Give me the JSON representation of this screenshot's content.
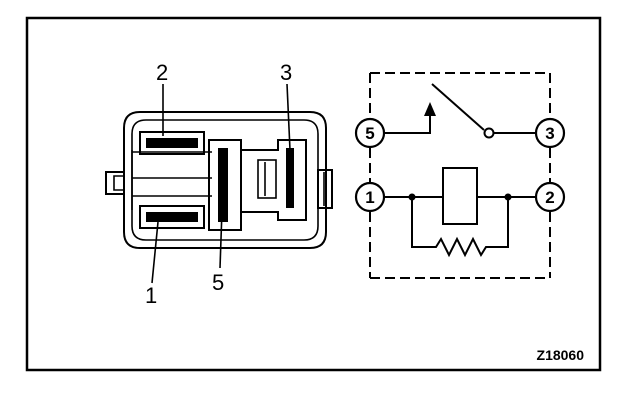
{
  "connector": {
    "labels": {
      "t1": "1",
      "t2": "2",
      "t3": "3",
      "t5": "5"
    }
  },
  "schematic": {
    "pins": {
      "p1": "1",
      "p2": "2",
      "p3": "3",
      "p5": "5"
    }
  },
  "figure_code": "Z18060"
}
